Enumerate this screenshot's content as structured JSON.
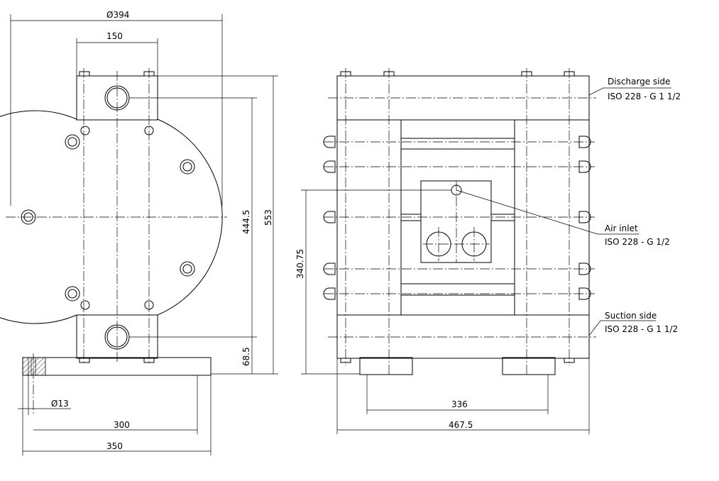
{
  "dimensions": {
    "dia_394": "Ø394",
    "w_150": "150",
    "h_444": "444.5",
    "h_553": "553",
    "h_68": "68.5",
    "dia_13": "Ø13",
    "w_300": "300",
    "w_350": "350",
    "h_340": "340.75",
    "w_336": "336",
    "w_467": "467.5"
  },
  "annotations": {
    "discharge_title": "Discharge side",
    "discharge_spec": "ISO 228 - G 1 1/2",
    "air_title": "Air inlet",
    "air_spec": "ISO 228 - G 1/2",
    "suction_title": "Suction side",
    "suction_spec": "ISO 228 - G 1 1/2"
  }
}
